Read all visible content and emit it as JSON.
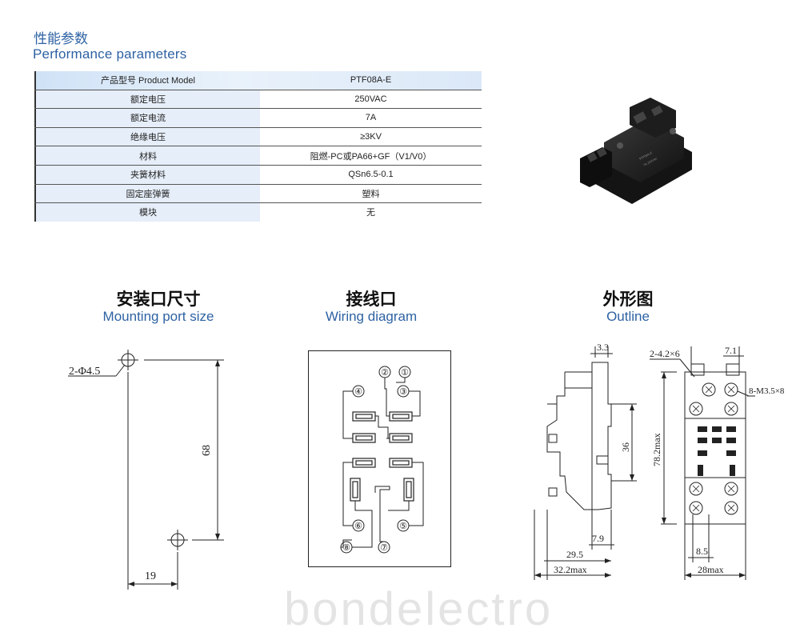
{
  "header": {
    "title_cn": "性能参数",
    "title_en": "Performance parameters"
  },
  "table": {
    "rows": [
      {
        "label": "产品型号 Product Model",
        "value": "PTF08A-E"
      },
      {
        "label": "额定电压",
        "value": "250VAC"
      },
      {
        "label": "额定电流",
        "value": "7A"
      },
      {
        "label": "绝缘电压",
        "value": "≥3KV"
      },
      {
        "label": "材料",
        "value": "阻燃-PC或PA66+GF（V1/V0）"
      },
      {
        "label": "夹簧材料",
        "value": "QSn6.5-0.1"
      },
      {
        "label": "固定座弹簧",
        "value": "塑料"
      },
      {
        "label": "模块",
        "value": "无"
      }
    ]
  },
  "sections": {
    "mounting": {
      "title_cn": "安装口尺寸",
      "title_en": "Mounting port size"
    },
    "wiring": {
      "title_cn": "接线口",
      "title_en": "Wiring diagram"
    },
    "outline": {
      "title_cn": "外形图",
      "title_en": "Outline"
    }
  },
  "mounting": {
    "hole_label": "2-Φ4.5",
    "height_dim": "68",
    "width_dim": "19"
  },
  "wiring": {
    "terminals": [
      "②",
      "①",
      "④",
      "③",
      "⑥",
      "⑤",
      "⑧",
      "⑦"
    ]
  },
  "outline": {
    "side": {
      "top_dim": "3.3",
      "mid_dim": "36",
      "low_dim": "7.9",
      "depth_dim": "29.5",
      "max_dim": "32.2max"
    },
    "front": {
      "hole_label": "2-4.2×6",
      "top_dim": "7.1",
      "screw_label": "8-M3.5×8",
      "height_dim": "78.2max",
      "small_dim": "8.5",
      "width_dim": "28max"
    }
  },
  "watermark": "bondelectro"
}
